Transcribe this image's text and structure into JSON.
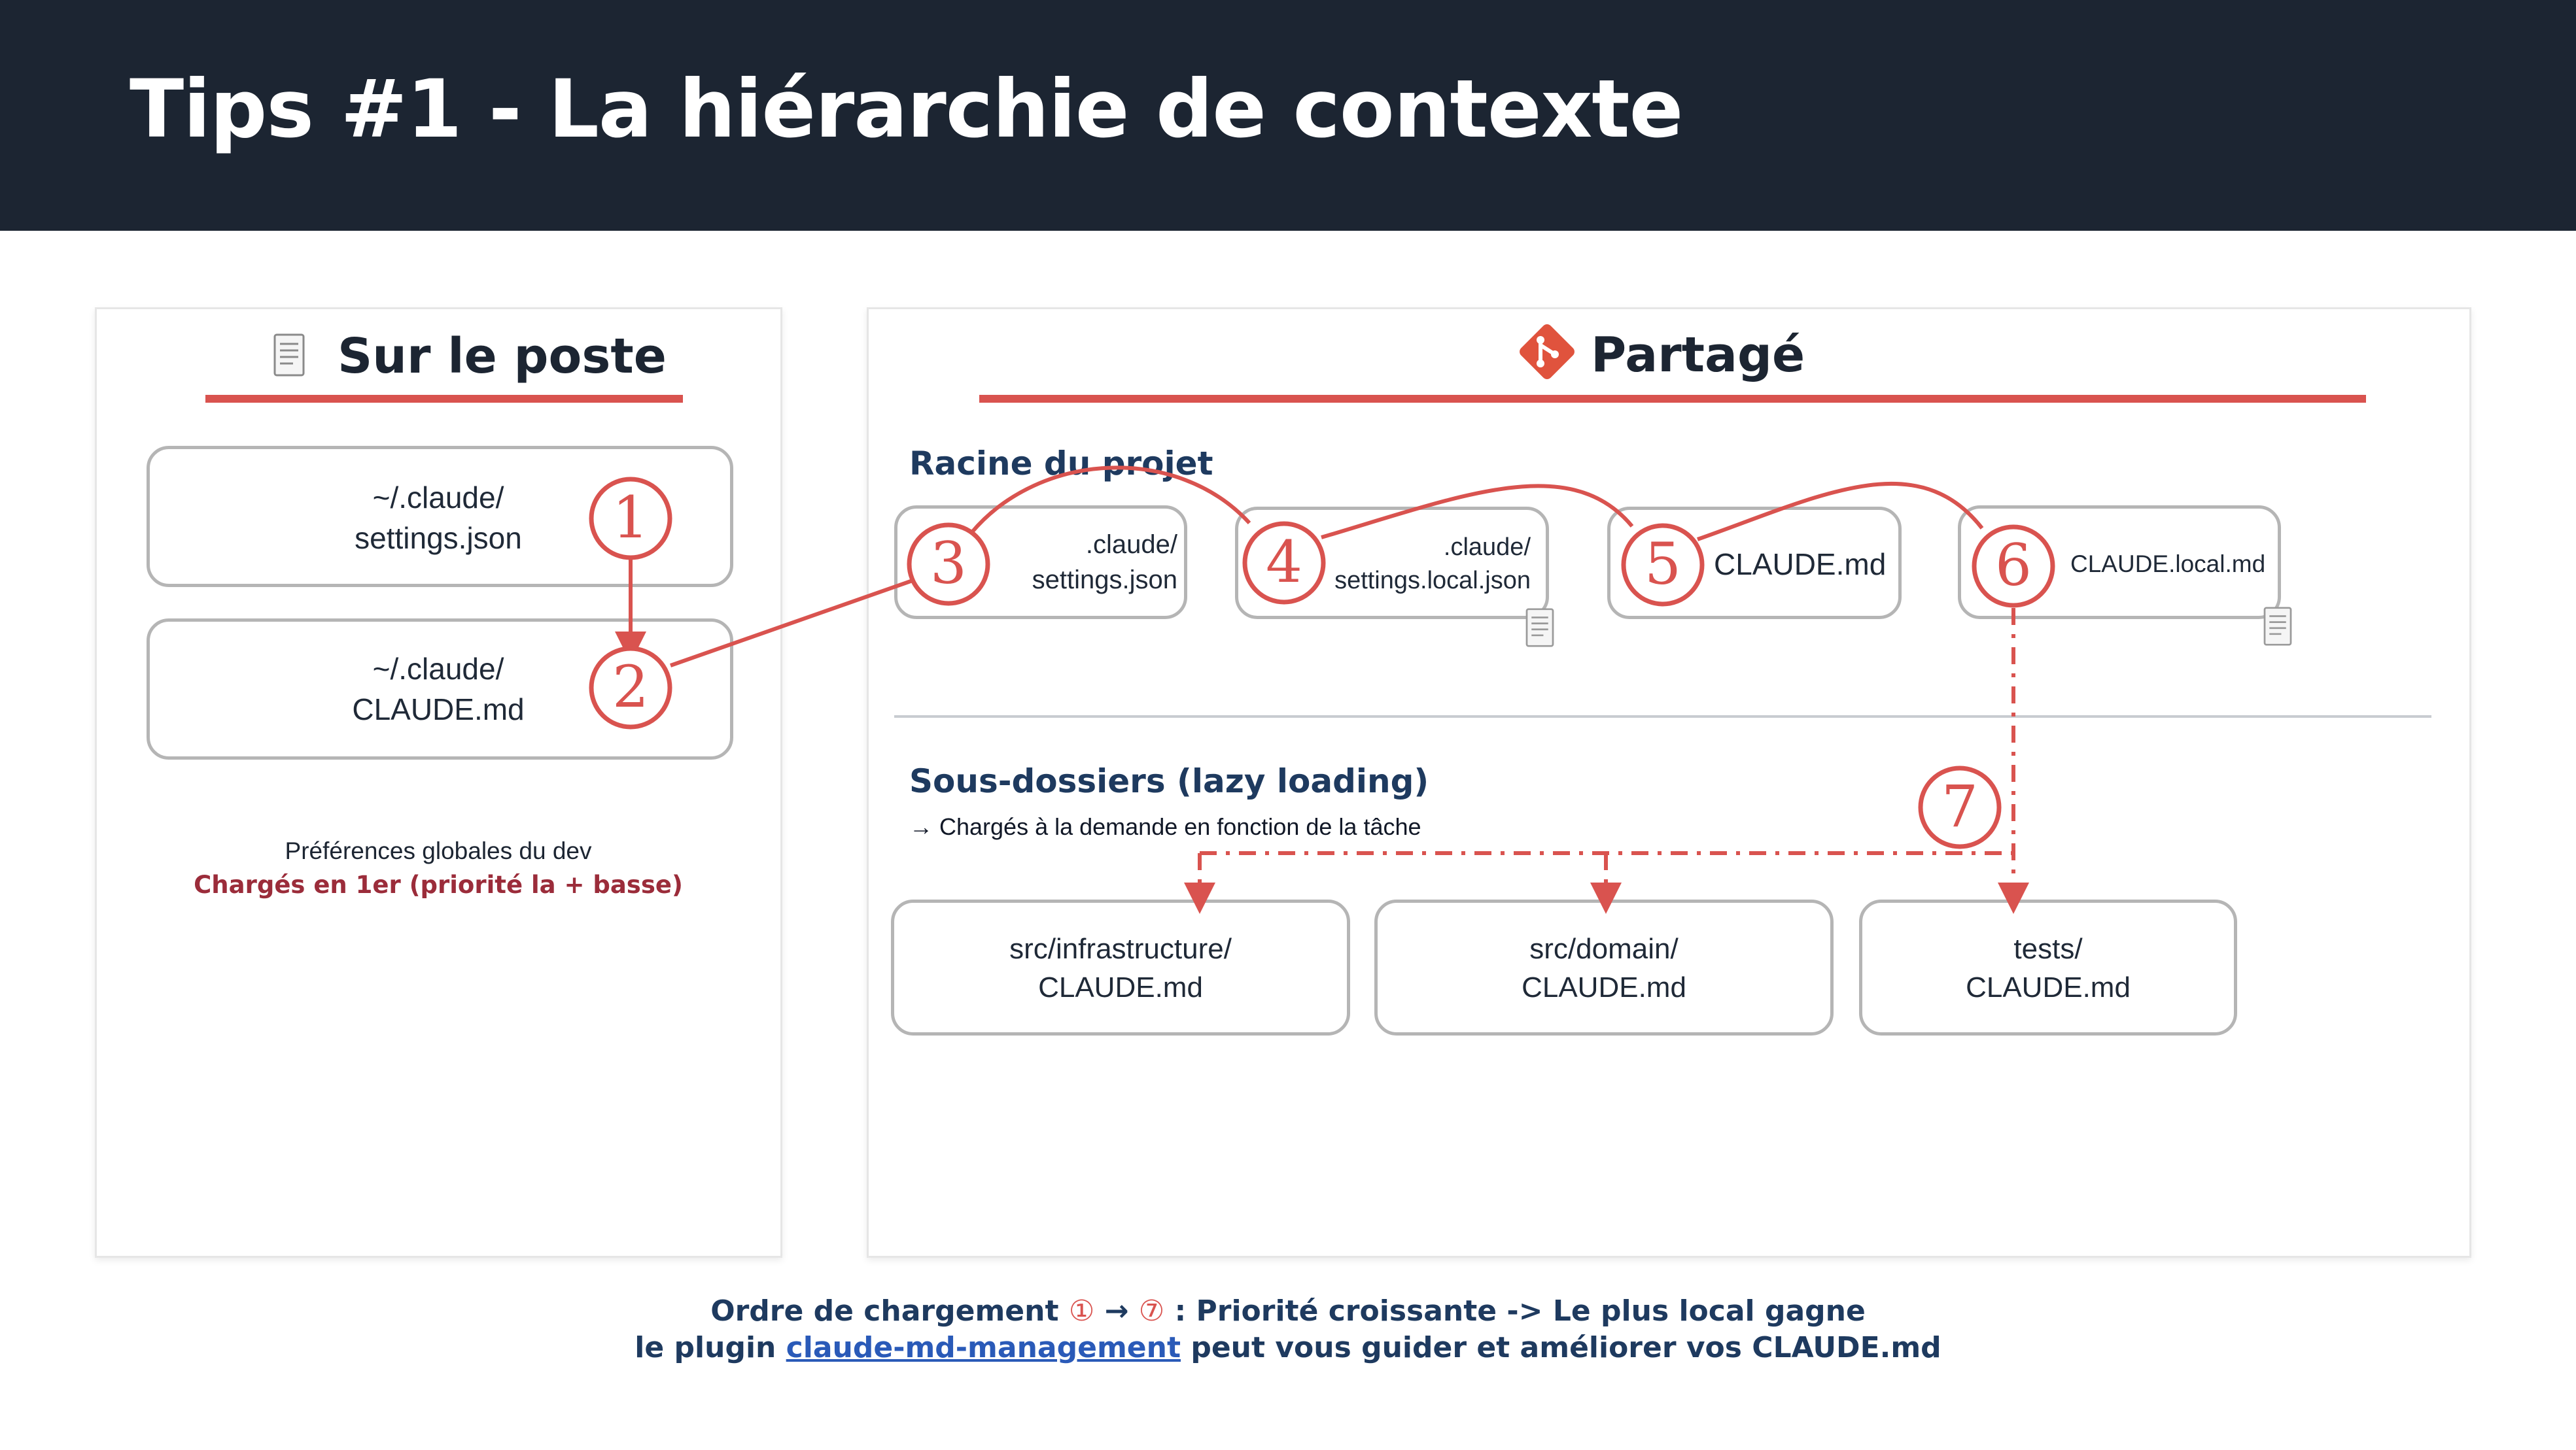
{
  "header": {
    "title": "Tips #1 - La hiérarchie de contexte"
  },
  "left_panel": {
    "title": "Sur le poste",
    "icon": "document-icon",
    "box1": {
      "line1": "~/.claude/",
      "line2": "settings.json"
    },
    "box2": {
      "line1": "~/.claude/",
      "line2": "CLAUDE.md"
    },
    "note_line1": "Préférences globales du dev",
    "note_line2": "Chargés en 1er (priorité la + basse)"
  },
  "right_panel": {
    "title": "Partagé",
    "icon": "git-icon",
    "root_label": "Racine du projet",
    "root_boxes": [
      {
        "line1": ".claude/",
        "line2": "settings.json"
      },
      {
        "line1": ".claude/",
        "line2": "settings.local.json"
      },
      {
        "line1": "CLAUDE.md"
      },
      {
        "line1": "CLAUDE.local.md"
      }
    ],
    "sub_label": "Sous-dossiers (lazy loading)",
    "sub_note": "→ Chargés à la demande en fonction de la tâche",
    "sub_boxes": [
      {
        "line1": "src/infrastructure/",
        "line2": "CLAUDE.md"
      },
      {
        "line1": "src/domain/",
        "line2": "CLAUDE.md"
      },
      {
        "line1": "tests/",
        "line2": "CLAUDE.md"
      }
    ]
  },
  "steps": [
    "1",
    "2",
    "3",
    "4",
    "5",
    "6",
    "7"
  ],
  "footer": {
    "line1_prefix": "Ordre de chargement",
    "line1_first": "①",
    "line1_arrow": "→",
    "line1_last": "⑦",
    "line1_suffix": ": Priorité croissante -> Le plus local gagne",
    "line2_prefix": "le plugin",
    "line2_link": "claude-md-management",
    "line2_suffix": "peut vous guider et améliorer vos CLAUDE.md"
  },
  "colors": {
    "header_bg": "#1c2532",
    "accent_red": "#d9534f",
    "navy": "#1e3a5f",
    "note_red": "#9b2c3a",
    "link_blue": "#2a5ab8"
  }
}
